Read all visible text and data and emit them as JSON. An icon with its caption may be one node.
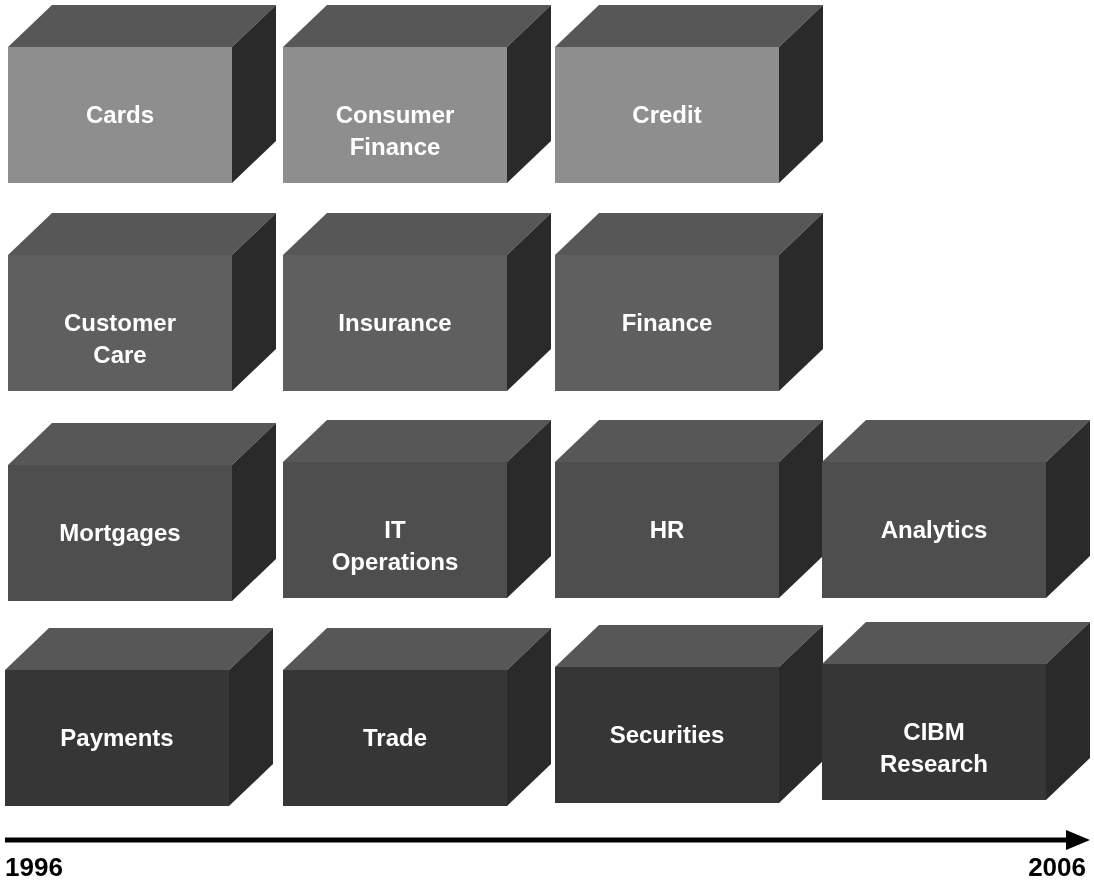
{
  "diagram": {
    "nodes": [
      {
        "text": [
          "Cards"
        ]
      },
      {
        "text": [
          "Consumer Finance"
        ]
      },
      {
        "text": [
          "Credit"
        ]
      },
      {
        "text": [
          "Customer Care"
        ]
      },
      {
        "text": [
          "Insurance"
        ]
      },
      {
        "text": [
          "Finance"
        ]
      },
      {
        "text": [
          "Mortgages"
        ]
      },
      {
        "text": [
          "IT Operations"
        ]
      },
      {
        "text": [
          "HR"
        ]
      },
      {
        "text": [
          "Analytics"
        ]
      },
      {
        "text": [
          "Payments"
        ]
      },
      {
        "text": [
          "Trade"
        ]
      },
      {
        "text": [
          "Securities"
        ]
      },
      {
        "text": [
          "CIBM Research"
        ]
      }
    ],
    "labels": [
      "1996",
      "2006"
    ]
  }
}
